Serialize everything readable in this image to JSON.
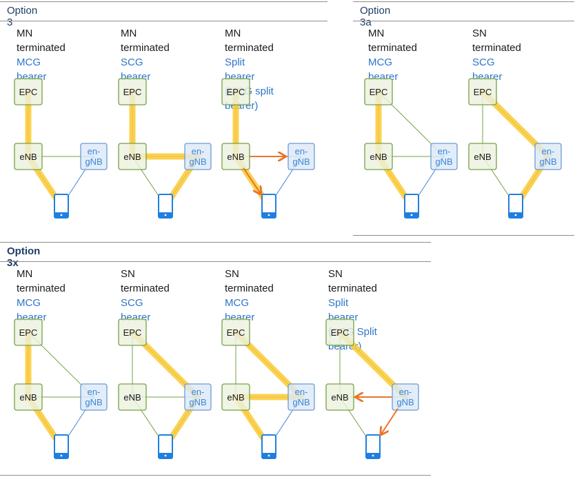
{
  "sections": [
    {
      "title": "Option 3",
      "scenarios": [
        {
          "line1": "MN terminated",
          "line2": "MCG bearer",
          "line3": ""
        },
        {
          "line1": "MN terminated",
          "line2": "SCG bearer",
          "line3": ""
        },
        {
          "line1": "MN terminated",
          "line2": "Split bearer",
          "line3": "(MCG split bearer)"
        }
      ]
    },
    {
      "title": "Option 3a",
      "scenarios": [
        {
          "line1": "MN terminated",
          "line2": "MCG bearer",
          "line3": ""
        },
        {
          "line1": "SN terminated",
          "line2": "SCG bearer",
          "line3": ""
        }
      ]
    },
    {
      "title": "Option 3x",
      "scenarios": [
        {
          "line1": "MN terminated",
          "line2": "MCG bearer",
          "line3": ""
        },
        {
          "line1": "SN terminated",
          "line2": "SCG bearer",
          "line3": ""
        },
        {
          "line1": "SN terminated",
          "line2": "MCG bearer",
          "line3": ""
        },
        {
          "line1": "SN terminated",
          "line2": "Split bearer",
          "line3": "(SCG Split bearer)"
        }
      ]
    }
  ],
  "nodes": {
    "epc": "EPC",
    "enb": "eNB",
    "engnb_line1": "en-",
    "engnb_line2": "gNB"
  },
  "colors": {
    "lte_node_fill": "#ebf1de",
    "lte_node_border": "#76a046",
    "nr_node_fill": "#dce9f8",
    "nr_node_border": "#6c9ad4",
    "link_green": "#76a046",
    "link_blue": "#3d86d8",
    "bearer_path": "#fbc932",
    "split_arrow": "#e8742a",
    "phone": "#1f7fe0"
  }
}
